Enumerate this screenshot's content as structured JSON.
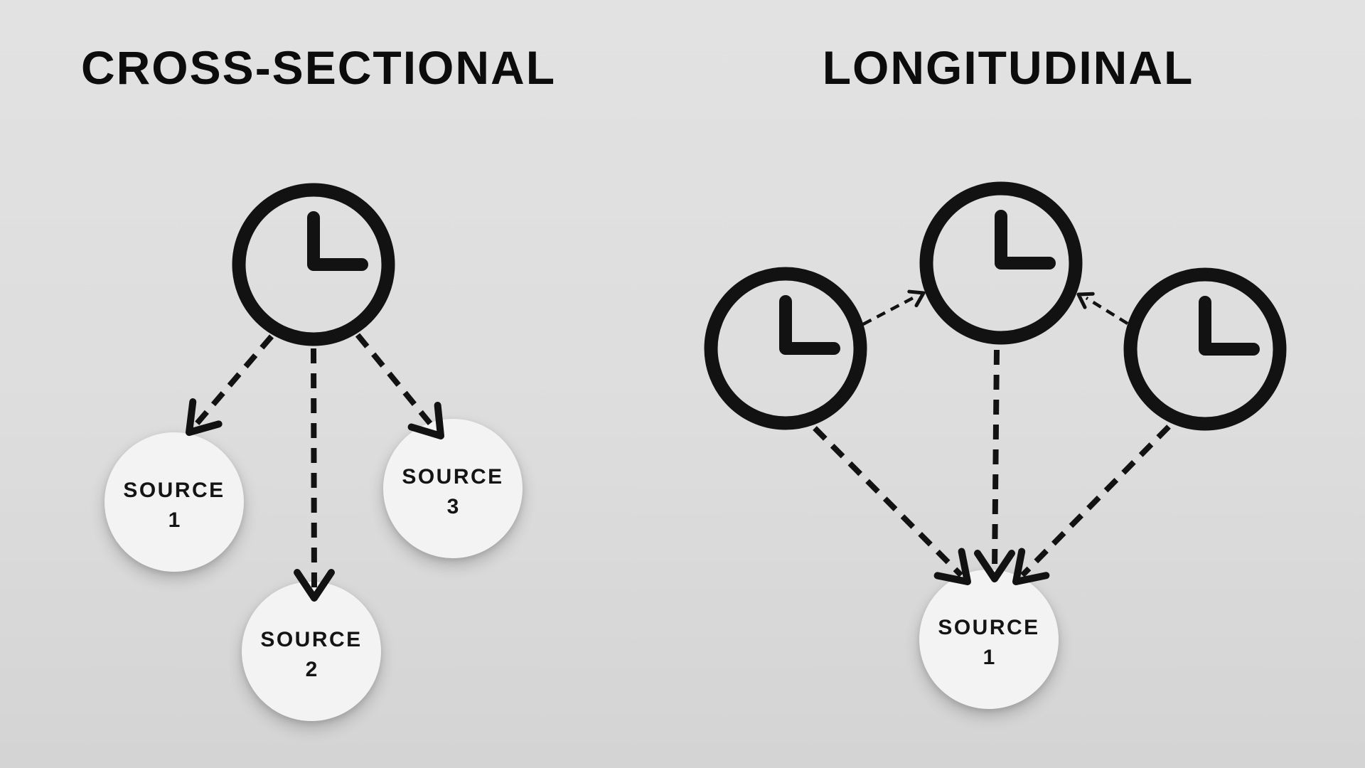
{
  "colors": {
    "background_top": "#e2e2e2",
    "background_bottom": "#d4d4d4",
    "ink": "#121212",
    "node_fill": "#f3f3f3"
  },
  "left_panel": {
    "title": "CROSS-SECTIONAL",
    "clock_count": 1,
    "sources": [
      {
        "label": "SOURCE",
        "number": "1"
      },
      {
        "label": "SOURCE",
        "number": "2"
      },
      {
        "label": "SOURCE",
        "number": "3"
      }
    ],
    "arrows": [
      {
        "from": "clock",
        "to": "source-1",
        "style": "thick-dashed"
      },
      {
        "from": "clock",
        "to": "source-2",
        "style": "thick-dashed"
      },
      {
        "from": "clock",
        "to": "source-3",
        "style": "thick-dashed"
      }
    ]
  },
  "right_panel": {
    "title": "LONGITUDINAL",
    "clock_count": 3,
    "sources": [
      {
        "label": "SOURCE",
        "number": "1"
      }
    ],
    "arrows": [
      {
        "from": "clock-left",
        "to": "clock-middle",
        "style": "thin-dashed"
      },
      {
        "from": "clock-right",
        "to": "clock-middle",
        "style": "thin-dashed"
      },
      {
        "from": "clock-left",
        "to": "source-1",
        "style": "thick-dashed"
      },
      {
        "from": "clock-middle",
        "to": "source-1",
        "style": "thick-dashed"
      },
      {
        "from": "clock-right",
        "to": "source-1",
        "style": "thick-dashed"
      }
    ]
  }
}
